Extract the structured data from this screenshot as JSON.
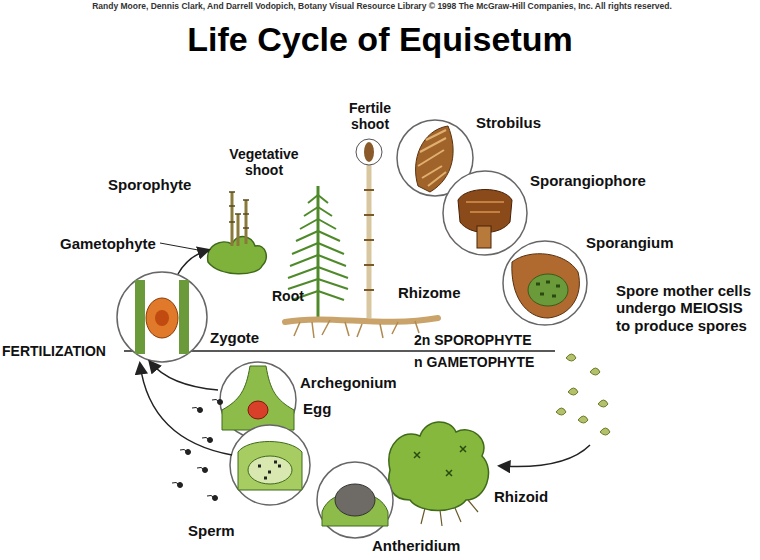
{
  "diagram": {
    "title": "Life Cycle of Equisetum",
    "labels": [
      "Randy Moore, Dennis Clark, And Darrell Vodopich, Botany Visual Resource Library © 1998 The McGraw-Hill Companies, Inc. All rights reserved.",
      "Fertile shoot",
      "Vegetative shoot",
      "Sporophyte",
      "Gametophyte",
      "Strobilus",
      "Sporangiophore",
      "Sporangium",
      "Root",
      "Rhizome",
      "Zygote",
      "FERTILIZATION",
      "2n SPOROPHYTE",
      "n GAMETOPHYTE",
      "Spore mother cells undergo MEIOSIS to produce spores",
      "Archegonium",
      "Egg",
      "Sperm",
      "Antheridium",
      "Rhizoid"
    ]
  }
}
